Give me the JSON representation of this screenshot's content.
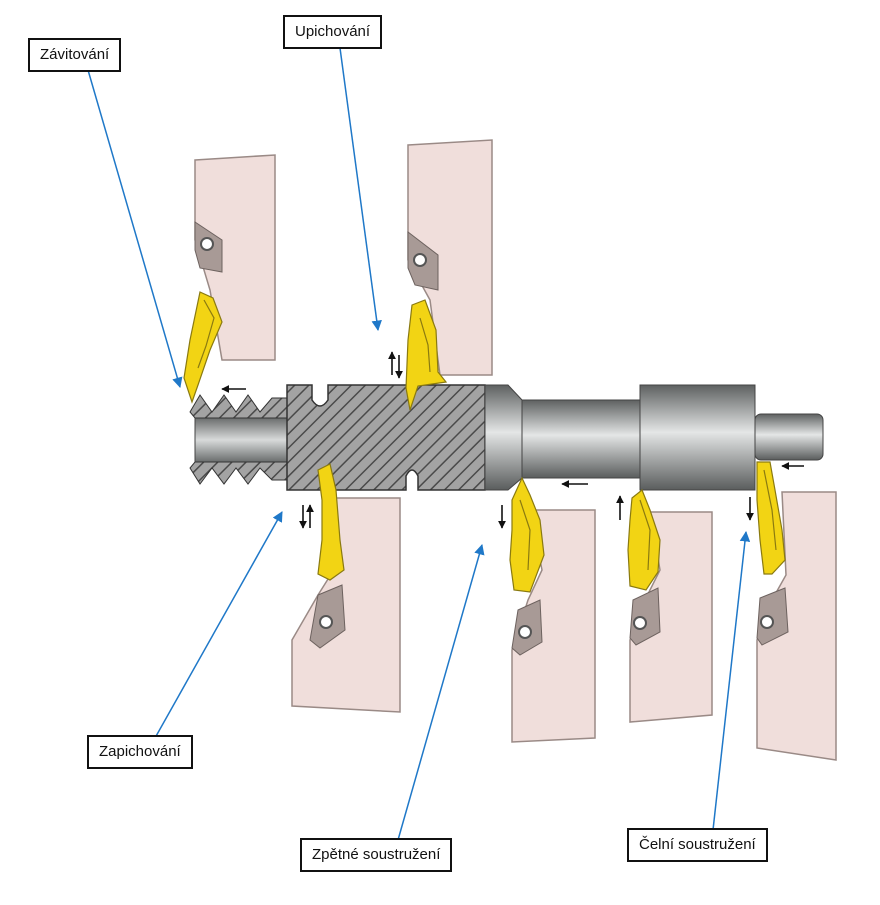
{
  "labels": {
    "threading": "Závitování",
    "parting": "Upichování",
    "grooving": "Zapichování",
    "back_turning": "Zpětné soustružení",
    "face_turning": "Čelní soustružení"
  },
  "colors": {
    "holder": "#f0dedb",
    "holder_edge": "#9a8a86",
    "insert": "#f2d414",
    "insert_edge": "#8a7a10",
    "shaft_dark": "#6f7272",
    "shaft_light": "#dcdede",
    "arrow_line": "#1f78c8",
    "hatch_bg": "#9a9a9a",
    "hatch_line": "#4a4a4a"
  },
  "icons": [
    "feed-arrow-left-icon",
    "feed-arrow-up-down-icon",
    "feed-arrow-down-icon",
    "feed-arrow-up-icon"
  ]
}
